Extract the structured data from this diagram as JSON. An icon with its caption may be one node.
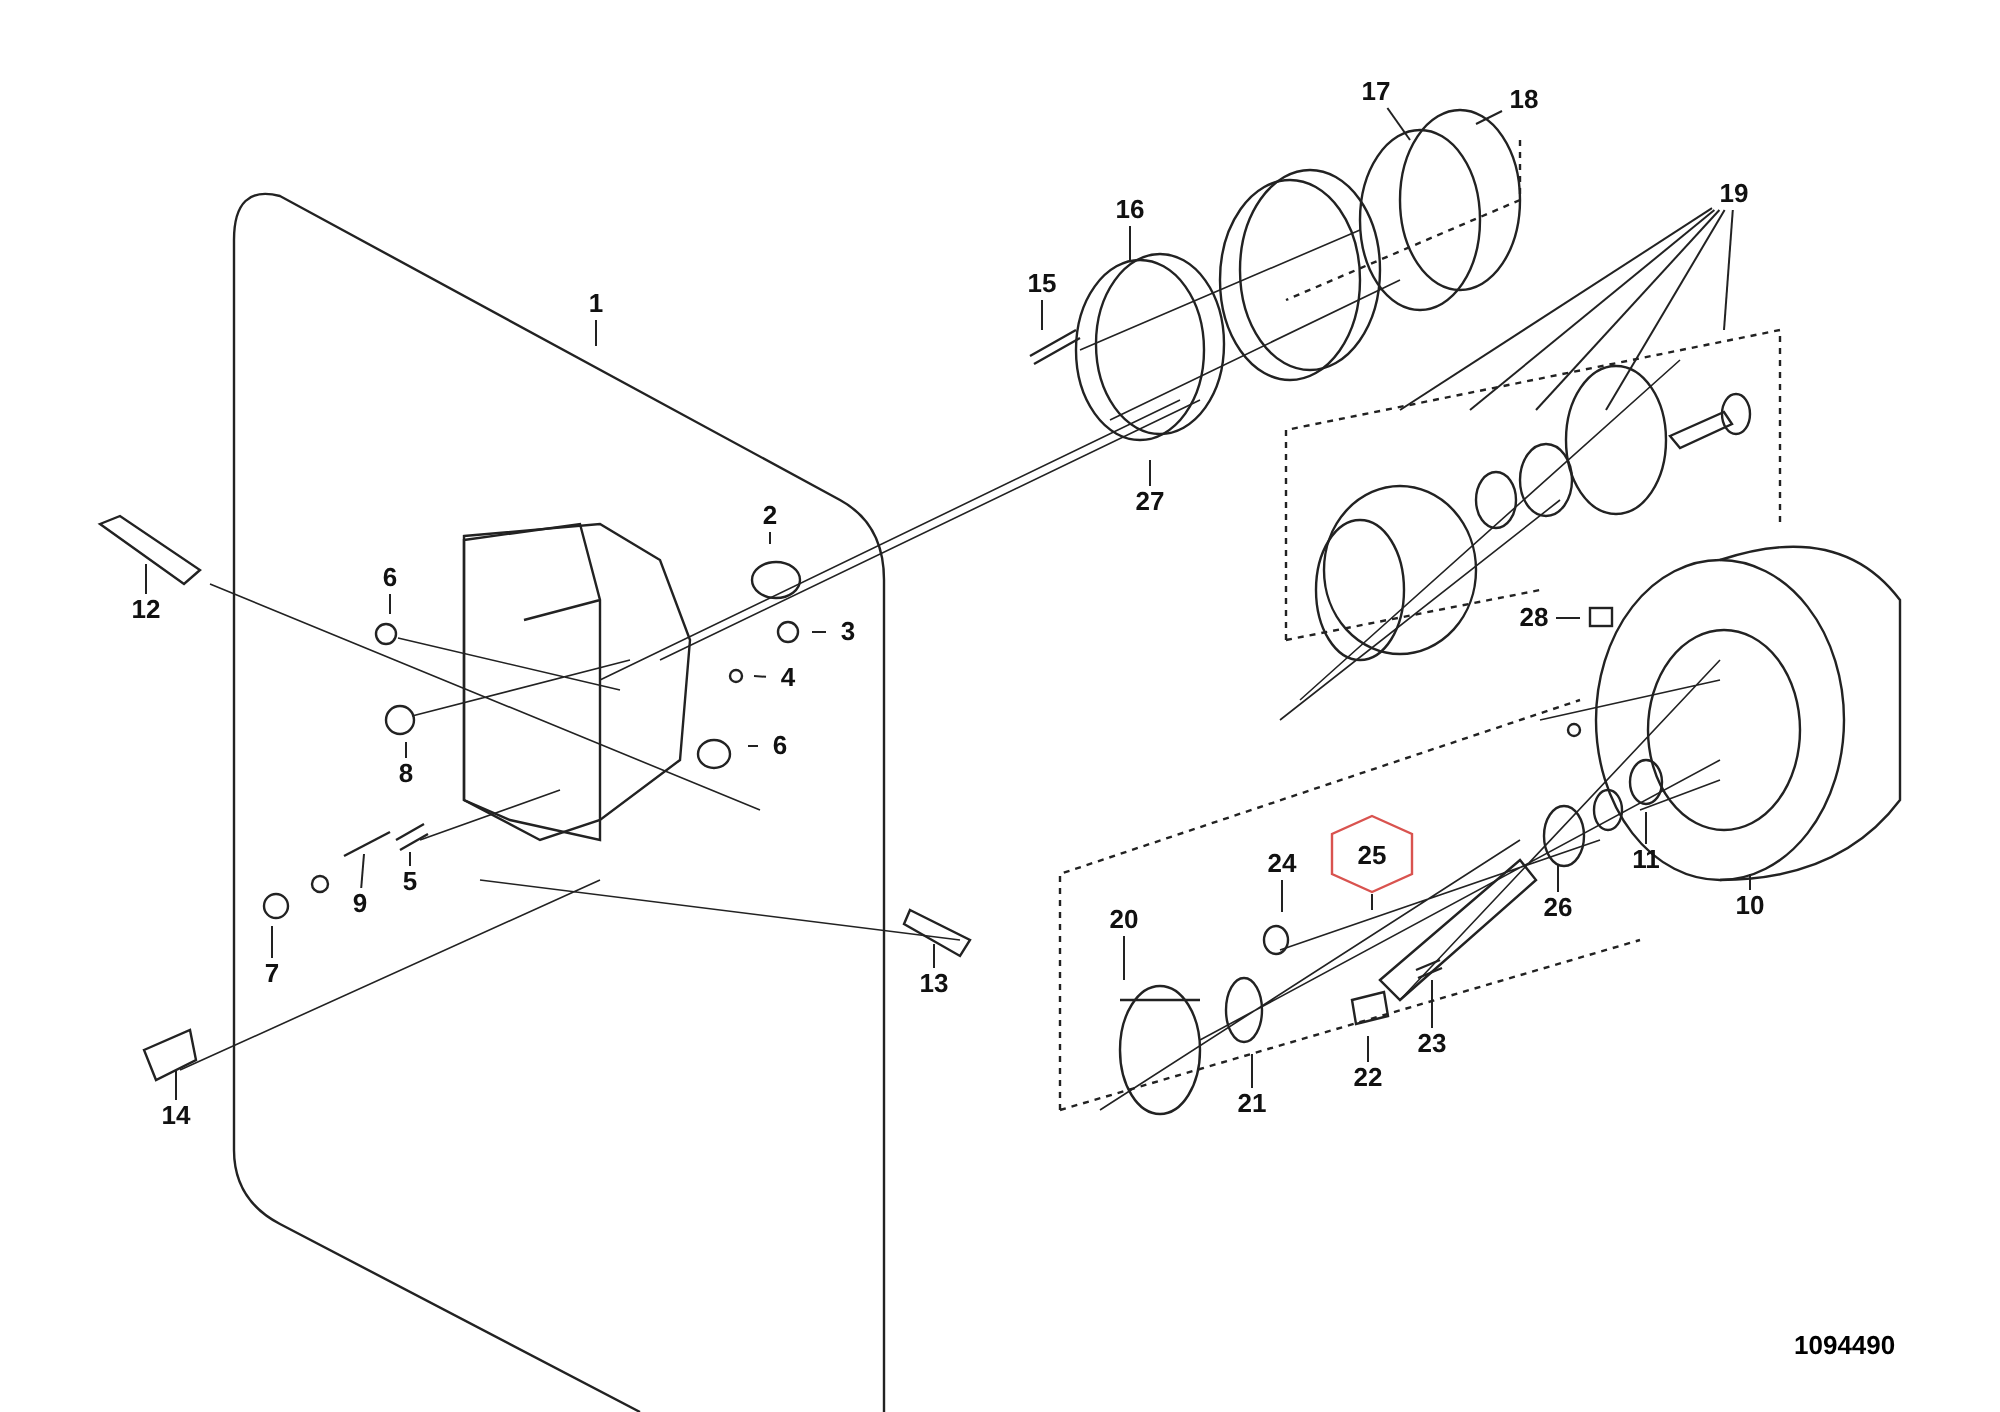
{
  "diagram": {
    "nodes": [
      {
        "text": [
          "17"
        ]
      },
      {
        "text": [
          "18"
        ]
      },
      {
        "text": [
          "19"
        ]
      },
      {
        "text": [
          "16"
        ]
      },
      {
        "text": [
          "15"
        ]
      },
      {
        "text": [
          "1"
        ]
      },
      {
        "text": [
          "27"
        ]
      },
      {
        "text": [
          "2"
        ]
      },
      {
        "text": [
          "6"
        ]
      },
      {
        "text": [
          "12"
        ]
      },
      {
        "text": [
          "28"
        ]
      },
      {
        "text": [
          "3"
        ]
      },
      {
        "text": [
          "4"
        ]
      },
      {
        "text": [
          "6"
        ]
      },
      {
        "text": [
          "8"
        ]
      },
      {
        "text": [
          "25"
        ]
      },
      {
        "text": [
          "11"
        ]
      },
      {
        "text": [
          "24"
        ]
      },
      {
        "text": [
          "5"
        ]
      },
      {
        "text": [
          "9"
        ]
      },
      {
        "text": [
          "10"
        ]
      },
      {
        "text": [
          "26"
        ]
      },
      {
        "text": [
          "20"
        ]
      },
      {
        "text": [
          "7"
        ]
      },
      {
        "text": [
          "13"
        ]
      },
      {
        "text": [
          "23"
        ]
      },
      {
        "text": [
          "22"
        ]
      },
      {
        "text": [
          "21"
        ]
      },
      {
        "text": [
          "14"
        ]
      }
    ],
    "edges": [
      {
        "from": 0,
        "to": null,
        "arrow": "none"
      },
      {
        "from": 1,
        "to": null,
        "arrow": "none"
      },
      {
        "from": 2,
        "to": null,
        "arrow": "none"
      },
      {
        "from": 2,
        "to": null,
        "arrow": "none"
      },
      {
        "from": 2,
        "to": null,
        "arrow": "none"
      },
      {
        "from": 2,
        "to": null,
        "arrow": "none"
      },
      {
        "from": 2,
        "to": null,
        "arrow": "none"
      },
      {
        "from": 3,
        "to": null,
        "arrow": "none"
      },
      {
        "from": 4,
        "to": null,
        "arrow": "none"
      },
      {
        "from": 5,
        "to": null,
        "arrow": "none"
      },
      {
        "from": 6,
        "to": null,
        "arrow": "none"
      },
      {
        "from": 7,
        "to": null,
        "arrow": "none"
      },
      {
        "from": 8,
        "to": null,
        "arrow": "none"
      },
      {
        "from": 9,
        "to": null,
        "arrow": "none"
      },
      {
        "from": 10,
        "to": null,
        "arrow": "none"
      },
      {
        "from": 11,
        "to": null,
        "arrow": "none"
      },
      {
        "from": 12,
        "to": null,
        "arrow": "none"
      },
      {
        "from": 13,
        "to": null,
        "arrow": "none"
      },
      {
        "from": 14,
        "to": null,
        "arrow": "none"
      },
      {
        "from": 15,
        "to": null,
        "arrow": "none"
      },
      {
        "from": 16,
        "to": null,
        "arrow": "none"
      },
      {
        "from": 17,
        "to": null,
        "arrow": "none"
      },
      {
        "from": 18,
        "to": null,
        "arrow": "none"
      },
      {
        "from": 19,
        "to": null,
        "arrow": "none"
      },
      {
        "from": 20,
        "to": null,
        "arrow": "none"
      },
      {
        "from": 21,
        "to": null,
        "arrow": "none"
      },
      {
        "from": 22,
        "to": null,
        "arrow": "none"
      },
      {
        "from": 23,
        "to": null,
        "arrow": "none"
      },
      {
        "from": 24,
        "to": null,
        "arrow": "none"
      },
      {
        "from": 25,
        "to": null,
        "arrow": "none"
      },
      {
        "from": 26,
        "to": null,
        "arrow": "none"
      },
      {
        "from": 27,
        "to": null,
        "arrow": "none"
      },
      {
        "from": 28,
        "to": null,
        "arrow": "none"
      }
    ],
    "labels": [
      "1094490"
    ]
  }
}
